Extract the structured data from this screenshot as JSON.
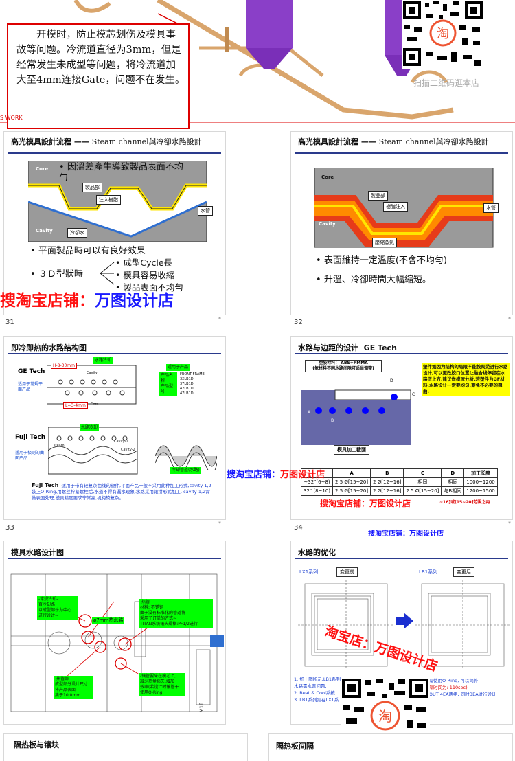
{
  "top": {
    "note_text": "开模时，防止模芯划伤及模具事故等问题。冷流道直径为3mm，但是经常发生未成型等问题，将冷流道加大至4mm连接Gate，问题不在发生。",
    "footer_brand": "S WORK",
    "qr_caption": "扫描二维码逛本店"
  },
  "slide31": {
    "title_cn": "高光模具設計流程",
    "title_dash": "——",
    "title_en": "Steam channel與冷卻水路設計",
    "labels": {
      "core": "Core",
      "cavity": "Cavity",
      "part": "製品部",
      "inject": "注入樹脂",
      "water_pipe": "水管",
      "cooling_water": "冷卻水"
    },
    "bullets": [
      "因溫差產生導致製品表面不均勻",
      "平面製品時可以有良好效果",
      "３Ｄ型狀時"
    ],
    "sub_bullets": [
      "成型Cycle長",
      "模具容易收縮",
      "製品表面不均勻"
    ],
    "page": "31"
  },
  "slide32": {
    "title_cn": "高光模具設計流程",
    "title_dash": "——",
    "title_en": "Steam channel與冷卻水路設計",
    "labels": {
      "core": "Core",
      "cavity": "Cavity",
      "part": "製品部",
      "inject": "樹脂注入",
      "water_pipe": "水管",
      "steam": "壓縮蒸氣"
    },
    "bullets": [
      "表面維持一定溫度(不會不均勻)",
      "升溫、冷卻時間大幅縮短。"
    ],
    "page": "32"
  },
  "slide33": {
    "title": "即冷即热的水路结构图",
    "ge_label": "GE Tech",
    "ge_note": "适用于常规平面产品",
    "fuji_label": "Fuji Tech",
    "fuji_note": "适用于极则的曲面产品",
    "red_tag1": "H-8-30mm",
    "red_tag2": "L=3-4mm",
    "cavity_text": "Cavity",
    "core_text": "Core",
    "steam_text": "steam",
    "cavity1": "Cavity-1",
    "cavity2": "Cavity-2",
    "green_tag1": "水路冷却",
    "green_tag2": "水路冷却",
    "green_tag3": "冷却管道(水路)",
    "product_box_title": "适用于产品",
    "product_name": "产品名称",
    "product_model": "产品型号",
    "front_frame": "FRONT FRAME",
    "models": [
      "32LB1D",
      "37LB1D",
      "42LB1D",
      "47LB1D"
    ],
    "desc_label": "Fuji Tech",
    "desc": "适用于带有较复杂曲线的塑件,平面产品一般不采用此种加工形式,cavity-1,2 装上O-Ring,用螺丝拧紧螺栓后,水道不得有漏水现象,水路采用镶拼形式加工, cavity-1,2需做表面处理,模具精度要求非常高,机构较复杂。",
    "page": "33"
  },
  "slide34": {
    "title": "水路与边距的设计",
    "title_en": "GE Tech",
    "material_line1": "塑胶材料： ABS+PMMA",
    "material_line2": "(依材料不同水路间隙可适当调整)",
    "yellow_note": "塑件如因为结构的局限不能按规范进行水路设计,可以更改胶口位置让融合线停留在水路正上方,建议做模流分析,若塑件为GF材料,水路设计一定要均匀,避免不必要的翘曲.",
    "section_label": "模具加工截面",
    "dim_labels": [
      "D",
      "C",
      "B",
      "A"
    ],
    "table": {
      "headers": [
        "",
        "A",
        "B",
        "C",
        "D",
        "加工长度"
      ],
      "rows": [
        [
          "~32\"(6~8)",
          "2.5 Ø[15~20]",
          "2 Ø[12~16]",
          "相同",
          "相同",
          "1000~1200"
        ],
        [
          "32\" (8~10)",
          "2.5 Ø[15~20]",
          "2 Ø[12~16]",
          "2.5 Ø[15~20]",
          "与B相同",
          "1200~1500"
        ]
      ]
    },
    "table_note": "~16]或(15~20]范围之内",
    "page": "34"
  },
  "slide35": {
    "title": "模具水路设计图",
    "green_notes": [
      "-常规冷却-\n直冷却路\n以成型部份为中心\n进行设计~",
      "-热管-\n材料: 不锈钢\n由于没有标准化的管道将\n采用了订单的方式~\nTITAN系统镶头规格:PF1/2进行",
      "-热管部-\n成型部分设计尺寸\n将产品表面\n集于10.0mm",
      "-镶管要采在模芯上,\n减少热量损失,增加\n效率(若设计时镶管于\n使用O-Ring"
    ],
    "dia_tag": "ø7mm热水路",
    "m_label": "M18"
  },
  "slide36": {
    "title": "水路的优化",
    "lx1": "LX1系列",
    "lb1": "LB1系列",
    "before": "变更前",
    "after": "变更后",
    "lines": [
      "1.   如上图所示,LB1系列产品",
      "     水路需水弯问题,",
      "2.   Beat & Cool系统",
      "3.   LB1系列需在LX1系"
    ],
    "right_lines": [
      "无需使用O-Ring, 可以简补",
      "间隔时间为: 110sec)",
      "N,OUT 4EA两组, 同时BEA进行设计"
    ]
  },
  "bottom": {
    "left_title": "隔热板与镶块",
    "right_title": "隔热板间隔"
  },
  "watermarks": {
    "big_red": "搜淘宝店铺：",
    "big_blue": "万图设计店",
    "mid_blue": "搜淘宝店铺：",
    "mid_red": "万图设计店",
    "mid2": "搜淘宝店铺：万图设计店",
    "small_blue": "搜淘宝店铺：万图设计店",
    "diag": "淘宝店：万图设计店"
  },
  "colors": {
    "title_rule": "#2a3a8c",
    "mold_gray": "#9a9a9a",
    "yellow": "#ffff00",
    "green": "#00ff00",
    "blue_block": "#6668a8",
    "purple": "#8a3fc8"
  }
}
